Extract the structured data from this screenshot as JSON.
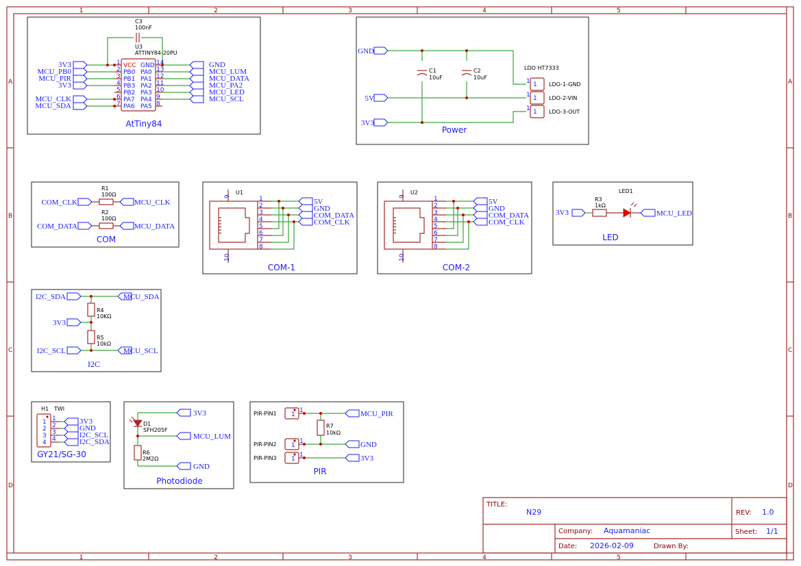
{
  "frame": {
    "columns": [
      "1",
      "2",
      "3",
      "4",
      "5"
    ],
    "rows": [
      "A",
      "B",
      "C",
      "D"
    ]
  },
  "blocks": {
    "attiny": {
      "title": "AtTiny84",
      "cap_ref": "C3",
      "cap_val": "100nF",
      "ic_ref": "U3",
      "ic_part": "ATTINY84-20PU",
      "left_pins": [
        {
          "num": "1",
          "name": "VCC",
          "net": "3V3"
        },
        {
          "num": "2",
          "name": "PB0",
          "net": "MCU_PB0"
        },
        {
          "num": "3",
          "name": "PB1",
          "net": "MCU_PIR"
        },
        {
          "num": "4",
          "name": "PB3",
          "net": "3V3"
        },
        {
          "num": "5",
          "name": "PB2",
          "net": ""
        },
        {
          "num": "6",
          "name": "PA7",
          "net": "MCU_CLK"
        },
        {
          "num": "7",
          "name": "PA6",
          "net": "MCU_SDA"
        }
      ],
      "right_pins": [
        {
          "num": "14",
          "name": "GND",
          "net": "GND"
        },
        {
          "num": "13",
          "name": "PA0",
          "net": "MCU_LUM"
        },
        {
          "num": "12",
          "name": "PA1",
          "net": "MCU_DATA"
        },
        {
          "num": "11",
          "name": "PA2",
          "net": "MCU_PA2"
        },
        {
          "num": "10",
          "name": "PA3",
          "net": "MCU_LED"
        },
        {
          "num": "9",
          "name": "PA4",
          "net": "MCU_SCL"
        },
        {
          "num": "8",
          "name": "PA5",
          "net": ""
        }
      ]
    },
    "power": {
      "title": "Power",
      "nets": [
        "GND",
        "5V",
        "3V3"
      ],
      "c1_ref": "C1",
      "c1_val": "10uF",
      "c2_ref": "C2",
      "c2_val": "10uF",
      "ldo_title": "LDO HT7333",
      "ldo_pins": [
        "LDO-1-GND",
        "LDO-2-VIN",
        "LDO-3-OUT"
      ],
      "pin_num": "1"
    },
    "com": {
      "title": "COM",
      "r1_ref": "R1",
      "r1_val": "100Ω",
      "r2_ref": "R2",
      "r2_val": "100Ω",
      "left_nets": [
        "COM_CLK",
        "COM_DATA"
      ],
      "right_nets": [
        "MCU_CLK",
        "MCU_DATA"
      ]
    },
    "com1": {
      "title": "COM-1",
      "ref": "U1",
      "top_pin": "9",
      "bottom_pin": "10",
      "pins": [
        "1",
        "2",
        "3",
        "4",
        "5",
        "6",
        "7",
        "8"
      ],
      "nets": [
        "5V",
        "GND",
        "COM_DATA",
        "COM_CLK"
      ]
    },
    "com2": {
      "title": "COM-2",
      "ref": "U2",
      "top_pin": "9",
      "bottom_pin": "10",
      "pins": [
        "1",
        "2",
        "3",
        "4",
        "5",
        "6",
        "7",
        "8"
      ],
      "nets": [
        "5V",
        "GND",
        "COM_DATA",
        "COM_CLK"
      ]
    },
    "led": {
      "title": "LED",
      "led_ref": "LED1",
      "r_ref": "R3",
      "r_val": "1kΩ",
      "left_net": "3V3",
      "right_net": "MCU_LED"
    },
    "i2c": {
      "title": "I2C",
      "r4_ref": "R4",
      "r4_val": "10KΩ",
      "r5_ref": "R5",
      "r5_val": "10kΩ",
      "left_nets": [
        "I2C_SDA",
        "3V3",
        "I2C_SCL"
      ],
      "right_nets": [
        "MCU_SDA",
        "MCU_SCL"
      ]
    },
    "twi": {
      "title": "GY21/SG-30",
      "ref": "H1",
      "name": "TWI",
      "pins": [
        "1",
        "2",
        "3",
        "4"
      ],
      "nets": [
        "3V3",
        "GND",
        "I2C_SCL",
        "I2C_SDA"
      ]
    },
    "photo": {
      "title": "Photodiode",
      "d_ref": "D1",
      "d_part": "SFH205F",
      "r_ref": "R6",
      "r_val": "2M2Ω",
      "nets": [
        "3V3",
        "MCU_LUM",
        "GND"
      ]
    },
    "pir": {
      "title": "PIR",
      "pins": [
        "PIR-PIN1",
        "PIR-PIN2",
        "PIR-PIN3"
      ],
      "pin_num": "1",
      "r_ref": "R7",
      "r_val": "10kΩ",
      "nets": [
        "MCU_PIR",
        "GND",
        "3V3"
      ]
    }
  },
  "title_block": {
    "title_label": "TITLE:",
    "title": "N29",
    "rev_label": "REV:",
    "rev": "1.0",
    "company_label": "Company:",
    "company": "Aquamaniac",
    "sheet_label": "Sheet:",
    "sheet": "1/1",
    "date_label": "Date:",
    "date": "2026-02-09",
    "drawn_label": "Drawn By:",
    "drawn": ""
  }
}
